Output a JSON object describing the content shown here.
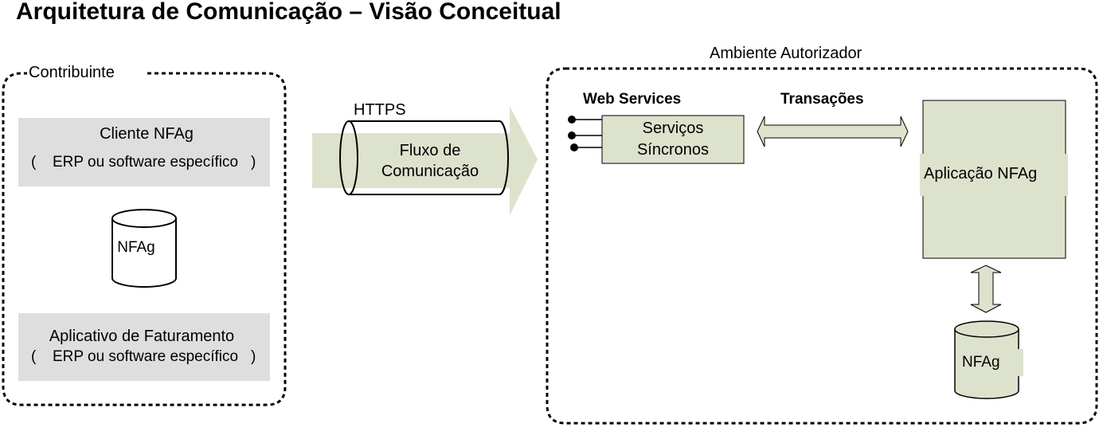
{
  "title": "Arquitetura de Comunicação – Visão Conceitual",
  "contribuinte": {
    "label": "Contribuinte",
    "cliente": {
      "title": "Cliente NFAg",
      "paren_open": "(",
      "subtitle": "ERP ou software específico",
      "paren_close": ")"
    },
    "database": {
      "label": "NFAg"
    },
    "aplicativo": {
      "title": "Aplicativo de Faturamento",
      "paren_open": "(",
      "subtitle": "ERP ou software específico",
      "paren_close": ")"
    }
  },
  "https": {
    "label": "HTTPS",
    "pipe_line1": "Fluxo de",
    "pipe_line2": "Comunicação"
  },
  "ambiente": {
    "label": "Ambiente Autorizador",
    "web_services_label": "Web Services",
    "transacoes_label": "Transações",
    "servicos_line1": "Serviços",
    "servicos_line2": "Síncronos",
    "aplicacao_label": "Aplicação NFAg",
    "database": {
      "label": "NFAg"
    }
  },
  "colors": {
    "green_fill": "#dde2cc",
    "gray_fill": "#dedede",
    "stroke": "#000000"
  }
}
